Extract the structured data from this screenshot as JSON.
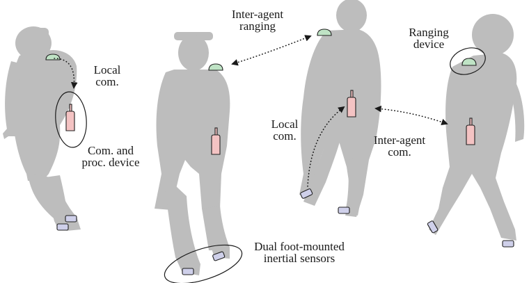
{
  "labels": {
    "inter_agent_ranging": [
      "Inter-agent",
      "ranging"
    ],
    "ranging_device": [
      "Ranging",
      "device"
    ],
    "local_com_left": [
      "Local",
      "com."
    ],
    "com_proc_device": [
      "Com. and",
      "proc. device"
    ],
    "local_com_mid": [
      "Local",
      "com."
    ],
    "inter_agent_com": [
      "Inter-agent",
      "com."
    ],
    "dual_foot_sensors": [
      "Dual foot-mounted",
      "inertial sensors"
    ]
  },
  "colors": {
    "silhouette": "#bdbdbd",
    "ranging_device": "#bfe3c5",
    "com_device": "#f4c3c3",
    "foot_sensor": "#cfd0ea"
  },
  "icons": {
    "ranging_device": "green-dome",
    "com_device": "pink-radio-handset",
    "foot_sensor": "lavender-rounded-box"
  }
}
